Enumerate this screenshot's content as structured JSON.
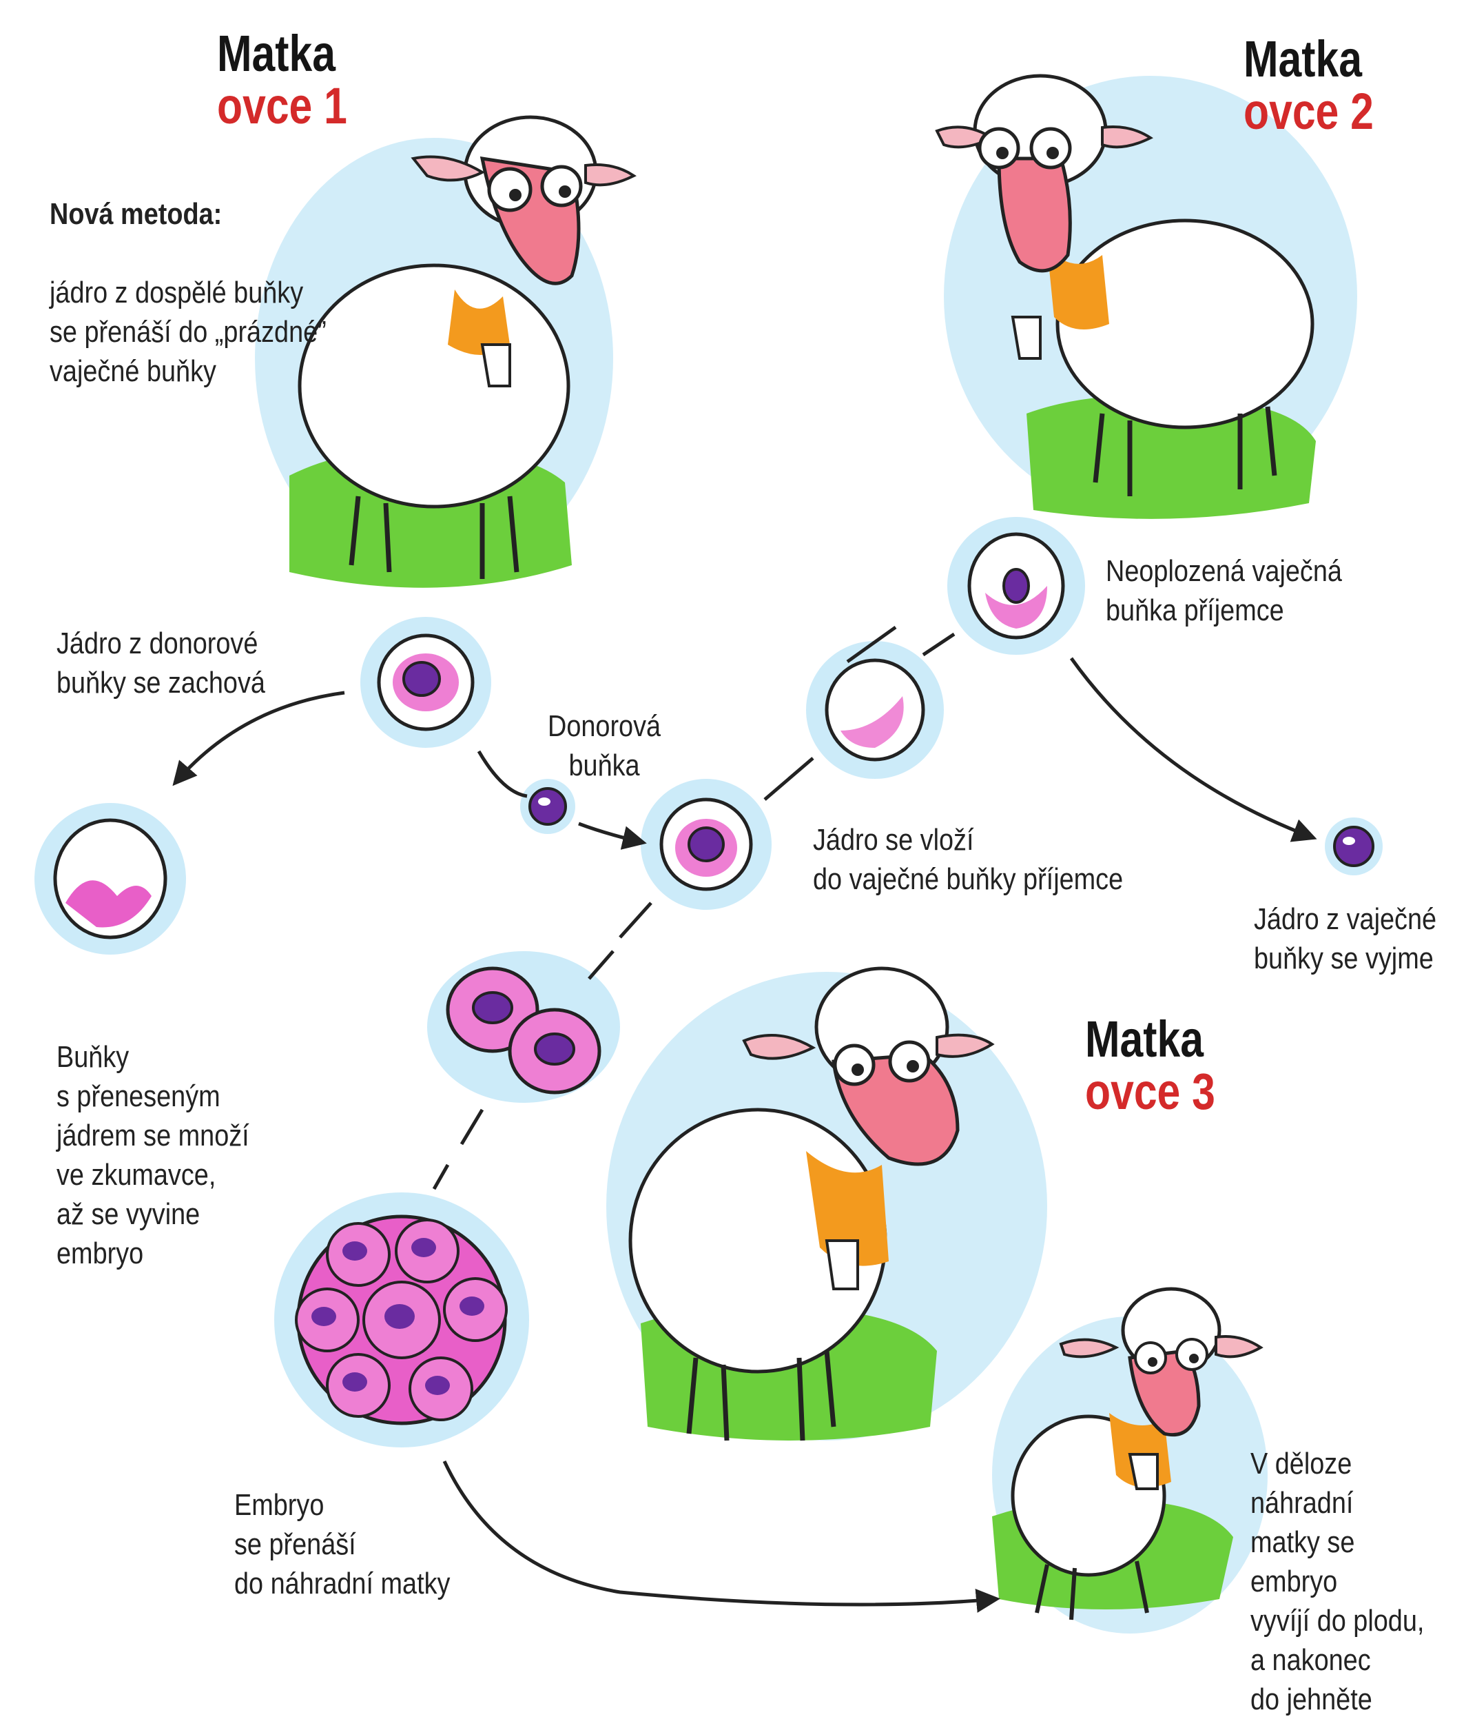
{
  "colors": {
    "title_dark": "#151515",
    "title_red": "#d42a2a",
    "halo_blue": "#8fd3ee",
    "cell_pink": "#e85fc8",
    "nucleus_purple": "#6a2ca0",
    "grass_green": "#6ccf3c",
    "collar_orange": "#f39a1e",
    "arrow": "#222222"
  },
  "titles": {
    "sheep1": {
      "line1": "Matka",
      "line2": "ovce 1"
    },
    "sheep2": {
      "line1": "Matka",
      "line2": "ovce 2"
    },
    "sheep3": {
      "line1": "Matka",
      "line2": "ovce 3"
    }
  },
  "method": {
    "heading": "Nová metoda:",
    "text": "jádro z dospělé buňky\nse přenáší do „prázdné”\nvaječné buňky"
  },
  "labels": {
    "donor_nucleus_kept": "Jádro z donorové\nbuňky se zachová",
    "donor_cell": "Donorová\nbuňka",
    "unfertilized_egg": "Neoplozená vaječná\nbuňka příjemce",
    "nucleus_inserted": "Jádro se vloží\ndo vaječné buňky příjemce",
    "egg_nucleus_removed": "Jádro z vaječné\nbuňky se vyjme",
    "cells_multiply": "Buňky\ns přeneseným\njádrem se množí\nve zkumavce,\naž se vyvine\nembryo",
    "embryo_transfer": "Embryo\nse přenáší\ndo náhradní matky",
    "lamb_development": "V děloze náhradní\nmatky se embryo\nvyvíjí do plodu,\na nakonec\ndo jehněte"
  },
  "icons": [
    "sheep-illustration",
    "lamb-illustration",
    "cell-icon",
    "nucleus-icon",
    "embryo-icon",
    "arrow-icon"
  ]
}
